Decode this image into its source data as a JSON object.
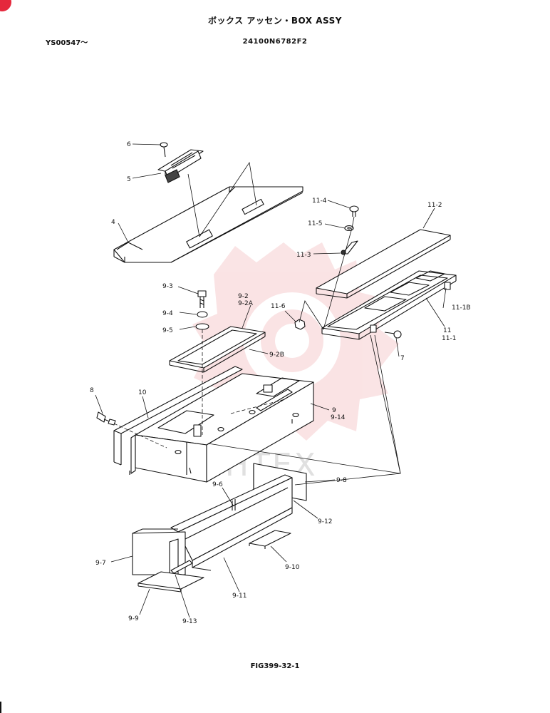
{
  "header": {
    "title": "ボックス アッセン・BOX ASSY",
    "serial": "YS00547〜",
    "part_number": "24100N6782F2"
  },
  "watermark": {
    "text": "ИНТЕХ"
  },
  "callouts": {
    "4": "4",
    "5": "5",
    "6": "6",
    "7": "7",
    "8": "8",
    "9": "9",
    "10": "10",
    "11": "11",
    "11_1": "11-1",
    "11_1B": "11-1B",
    "11_2": "11-2",
    "11_3": "11-3",
    "11_4": "11-4",
    "11_5": "11-5",
    "11_6": "11-6",
    "9_2": "9-2",
    "9_2A": "9-2A",
    "9_2B": "9-2B",
    "9_3": "9-3",
    "9_4": "9-4",
    "9_5": "9-5",
    "9_6": "9-6",
    "9_7": "9-7",
    "9_8": "9-8",
    "9_9": "9-9",
    "9_10": "9-10",
    "9_11": "9-11",
    "9_12": "9-12",
    "9_13": "9-13",
    "9_14": "9-14"
  },
  "footer": {
    "figure": "FIG399-32-1"
  },
  "colors": {
    "watermark": "#f6c9cb",
    "line": "#111111",
    "badge": "#e5283c"
  }
}
